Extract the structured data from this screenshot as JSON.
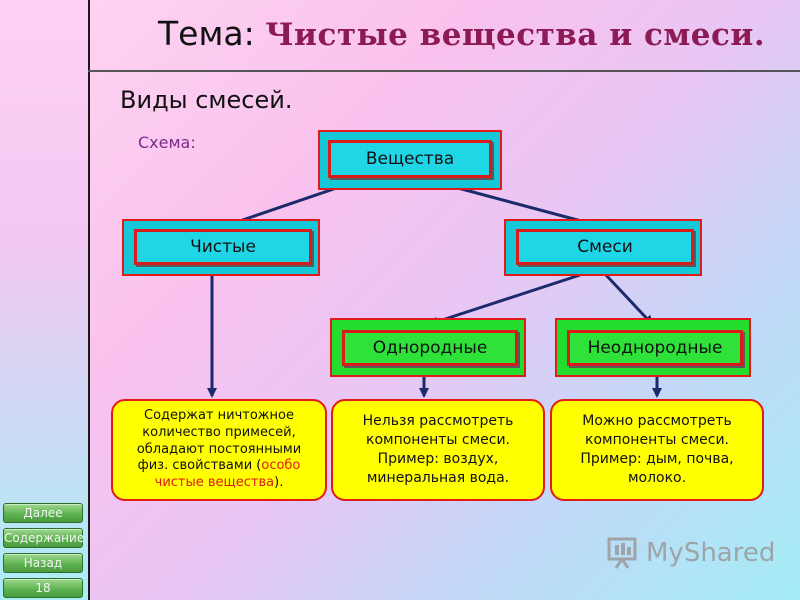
{
  "header": {
    "topic_prefix": "Тема:",
    "topic_name": "Чистые вещества и смеси.",
    "subtitle": "Виды смесей.",
    "schema_label": "Схема:"
  },
  "diagram": {
    "root": "Вещества",
    "level1": [
      "Чистые",
      "Смеси"
    ],
    "level2": [
      "Однородные",
      "Неоднородные"
    ],
    "leaves": {
      "pure_part1": "Содержат ничтожное количество примесей, обладают постоянными физ. свойствами (",
      "pure_highlight": "особо чистые вещества",
      "pure_part2": ").",
      "homogeneous": "Нельзя рассмотреть компоненты смеси. Пример: воздух, минеральная вода.",
      "heterogeneous": "Можно рассмотреть компоненты смеси. Пример: дым, почва, молоко."
    }
  },
  "nav": {
    "next": "Далее",
    "contents": "Содержание",
    "back": "Назад",
    "page": "18"
  },
  "watermark": "MyShared",
  "colors": {
    "frame_red": "#e21a1a",
    "cyan": "#1fd6e6",
    "green": "#2ee23a",
    "leaf_yellow": "#ffff00",
    "arrow": "#1b2a6b",
    "title_accent": "#8b1a55"
  }
}
